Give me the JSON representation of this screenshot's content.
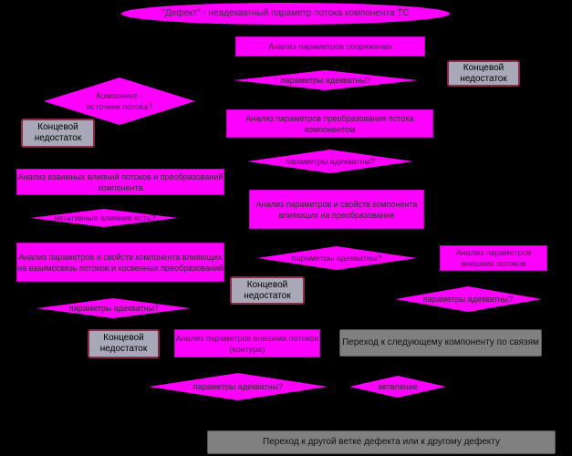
{
  "title": "\"Дефект\" - неадекватный параметр потока компонента ТС",
  "nodes": {
    "n_analysis_coupling": "Анализ параметров сопряжения",
    "n_d_params1": "параметры адекватны?",
    "n_end1": "Концевой недостаток",
    "n_d_source": "Компонент - источник потока?",
    "n_end2": "Концевой недостаток",
    "n_analysis_transform": "Анализ параметров преобразования потока компонентом",
    "n_d_params2": "параметры адекватны?",
    "n_analysis_mutual": "Анализ взаимных влияний потоков и преобразований компонента",
    "n_analysis_props": "Анализ параметров и свойств компонента влияющих на преобразование",
    "n_d_mutual": "негативные влияния есть?",
    "n_analysis_props_mutual": "Анализ параметров и свойств компонента влияющих на взаимосвязь потоков и косвенных преобразований",
    "n_d_params3": "параметры адекватны?",
    "n_analysis_ext": "Анализ параметров внешних потоков",
    "n_end3": "Концевой недостаток",
    "n_d_params4": "параметры адекватны?",
    "n_d_params5": "параметры адекватны?",
    "n_end4": "Концевой недостаток",
    "n_analysis_ext_contour": "Анализ параметров внешних потоков (контура)",
    "n_next_component": "Переход к следующему компоненту по связям",
    "n_d_params6": "параметры адекватны?",
    "n_branching": "ветвление",
    "n_other_branch": "Переход к другой ветке дефекта или к другому дефекту"
  },
  "colors": {
    "background": "#000000",
    "process": "#ff00ff",
    "terminal": "#a8a8b8",
    "transition": "#808080"
  }
}
